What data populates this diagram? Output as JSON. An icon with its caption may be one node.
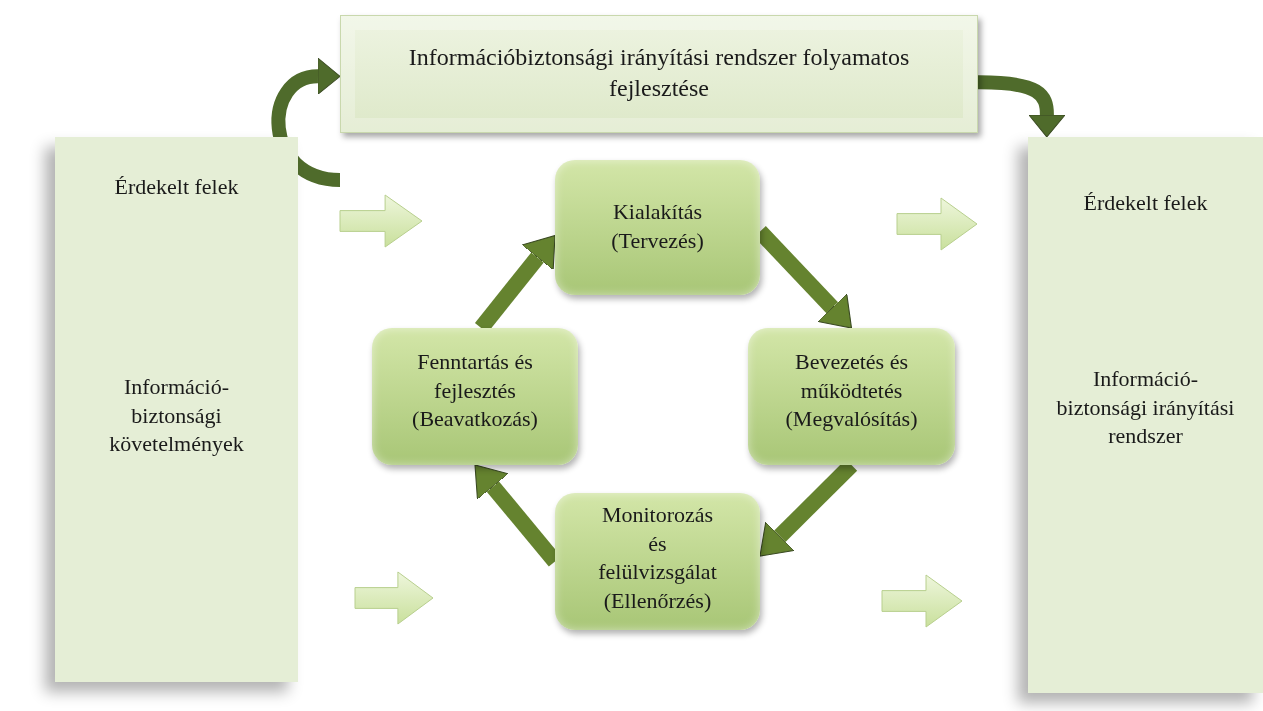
{
  "diagram": {
    "nodes": [
      {
        "text": [
          "Információbiztonsági irányítási rendszer folyamatos fejlesztése"
        ]
      },
      {
        "text": [
          "Érdekelt felek",
          "Információ- biztonsági követelmények"
        ]
      },
      {
        "text": [
          "Kialakítás (Tervezés)"
        ]
      },
      {
        "text": [
          "Fenntartás és fejlesztés (Beavatkozás)"
        ]
      },
      {
        "text": [
          "Bevezetés és működtetés (Megvalósítás)"
        ]
      },
      {
        "text": [
          "Monitorozás és felülvizsgálat (Ellenőrzés)"
        ]
      },
      {
        "text": [
          "Érdekelt felek",
          "Információ- biztonsági irányítási rendszer"
        ]
      }
    ],
    "edges": [
      {
        "from": 3,
        "to": 2,
        "arrow": "to"
      },
      {
        "from": 2,
        "to": 4,
        "arrow": "to"
      },
      {
        "from": 4,
        "to": 5,
        "arrow": "to"
      },
      {
        "from": 5,
        "to": 3,
        "arrow": "to"
      },
      {
        "from": null,
        "to": 0,
        "arrow": "to"
      },
      {
        "from": 0,
        "to": 6,
        "arrow": "to"
      }
    ]
  }
}
